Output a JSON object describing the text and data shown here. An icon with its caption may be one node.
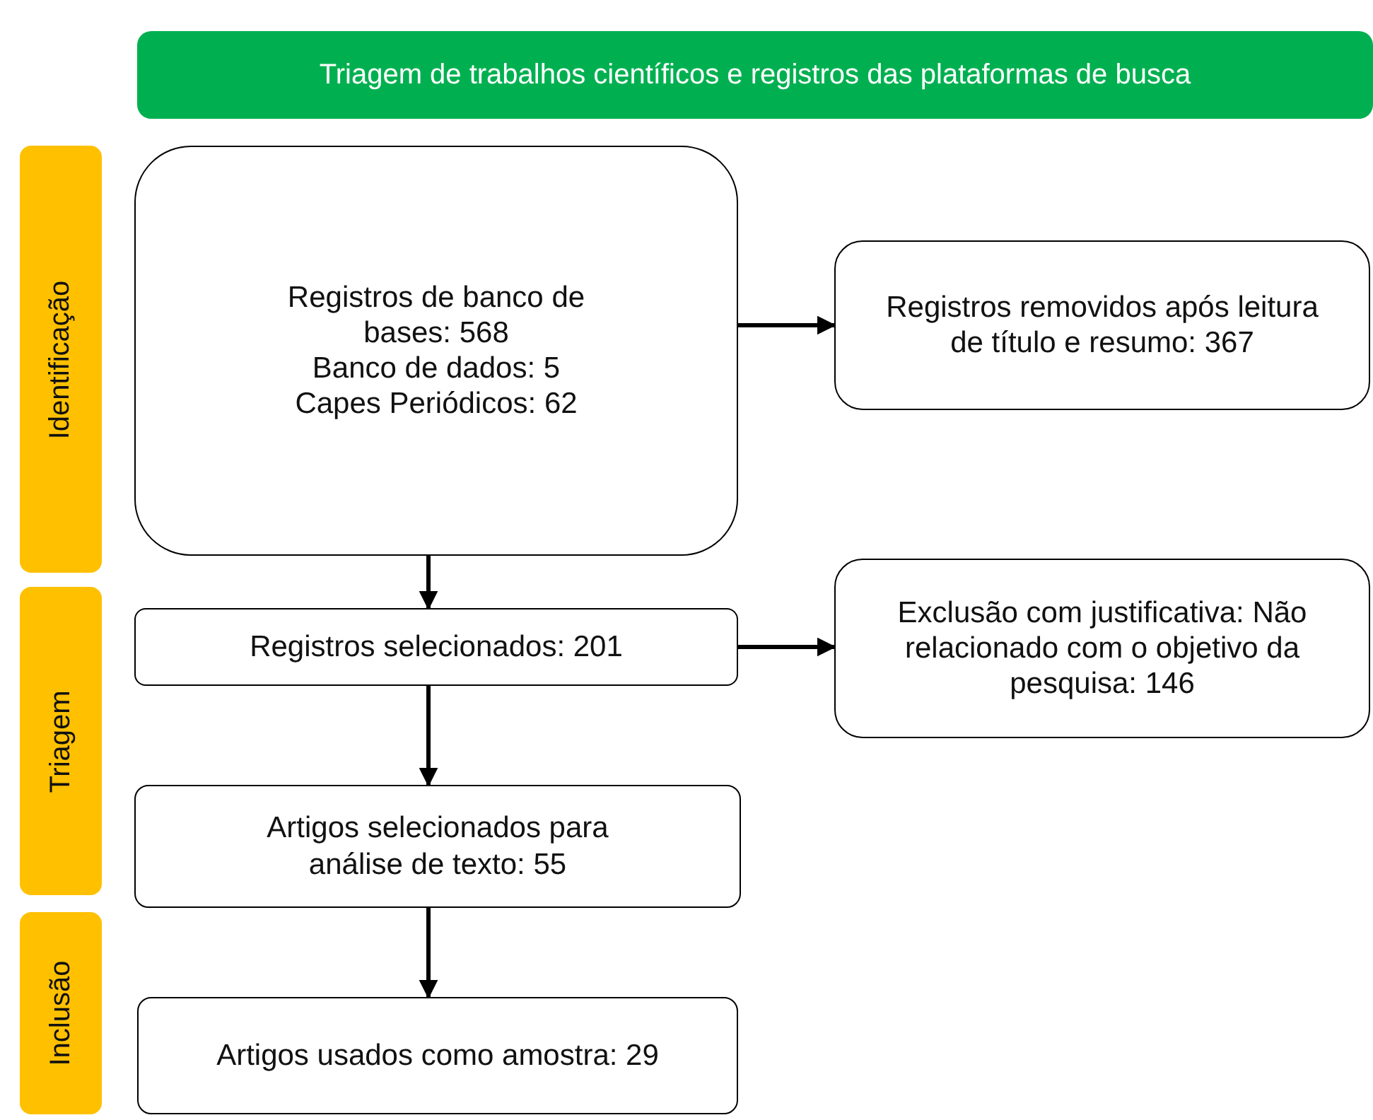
{
  "diagram": {
    "nodes": [
      {
        "text": [
          "Triagem de trabalhos científicos e registros das plataformas de busca"
        ]
      },
      {
        "text": [
          "Identificação"
        ]
      },
      {
        "text": [
          "Triagem"
        ]
      },
      {
        "text": [
          "Inclusão"
        ]
      },
      {
        "text": [
          "Registros de banco de bases: 568",
          "Banco de dados: 5",
          "Capes Periódicos: 62"
        ]
      },
      {
        "text": [
          "Registros removidos após leitura de título e resumo: 367"
        ]
      },
      {
        "text": [
          "Registros selecionados: 201"
        ]
      },
      {
        "text": [
          "Exclusão com justificativa: Não relacionado com o objetivo da pesquisa: 146"
        ]
      },
      {
        "text": [
          "Artigos selecionados para análise de texto: 55"
        ]
      },
      {
        "text": [
          "Artigos usados como amostra: 29"
        ]
      }
    ],
    "edges": [
      {
        "from": 4,
        "to": 5,
        "arrow": "to"
      },
      {
        "from": 4,
        "to": 6,
        "arrow": "to"
      },
      {
        "from": 6,
        "to": 7,
        "arrow": "to"
      },
      {
        "from": 6,
        "to": 8,
        "arrow": "to"
      },
      {
        "from": 8,
        "to": 9,
        "arrow": "to"
      }
    ]
  }
}
